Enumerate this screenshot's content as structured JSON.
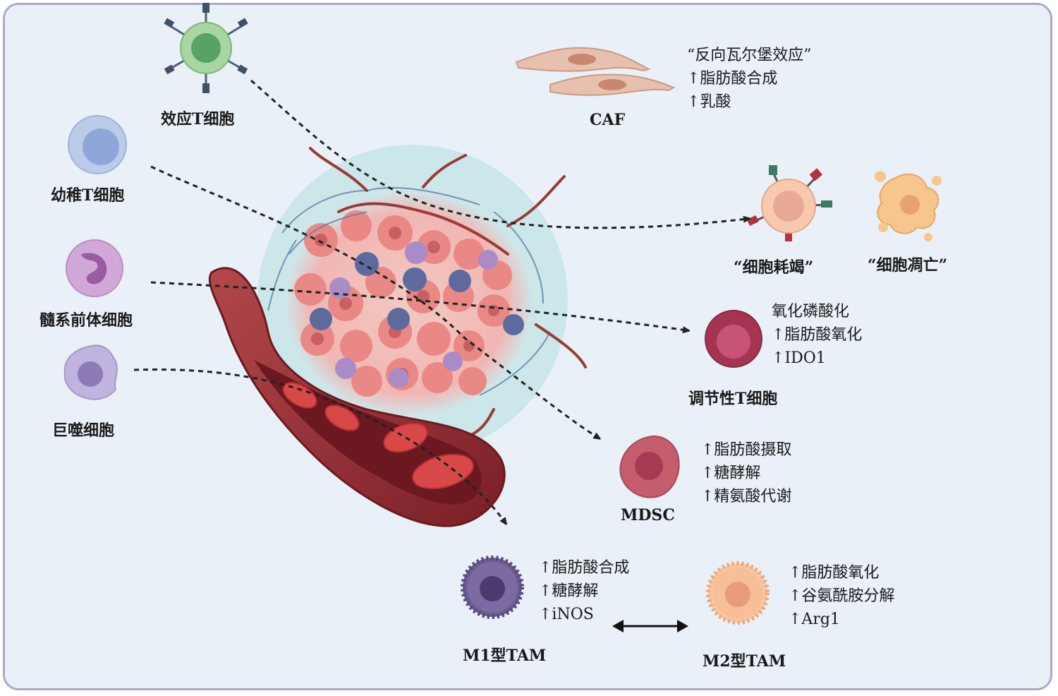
{
  "left_cells": {
    "effector_t": "效应T细胞",
    "naive_t": "幼稚T细胞",
    "myeloid_precursor": "髓系前体细胞",
    "macrophage": "巨噬细胞"
  },
  "caf": {
    "name": "CAF",
    "items": [
      "“反向瓦尔堡效应”",
      "↑脂肪酸合成",
      "↑乳酸"
    ]
  },
  "exhaustion": {
    "name": "“细胞耗竭”"
  },
  "apoptosis": {
    "name": "“细胞凋亡”"
  },
  "treg": {
    "name": "调节性T细胞",
    "items": [
      "氧化磷酸化",
      "↑脂肪酸氧化",
      "↑IDO1"
    ]
  },
  "mdsc": {
    "name": "MDSC",
    "items": [
      "↑脂肪酸摄取",
      "↑糖酵解",
      "↑精氨酸代谢"
    ]
  },
  "m1": {
    "name": "M1型TAM",
    "items": [
      "↑脂肪酸合成",
      "↑糖酵解",
      "↑iNOS"
    ]
  },
  "m2": {
    "name": "M2型TAM",
    "items": [
      "↑脂肪酸氧化",
      "↑谷氨酰胺分解",
      "↑Arg1"
    ]
  },
  "colors": {
    "background": "#eaf0f8",
    "border": "#a9a9c9",
    "vessel": "#8c2a2e",
    "tumor": "#e88b86",
    "treg": "#a53452",
    "mdsc": "#c45d6c",
    "m1": "#6b5b8e",
    "m2": "#f4b690"
  }
}
